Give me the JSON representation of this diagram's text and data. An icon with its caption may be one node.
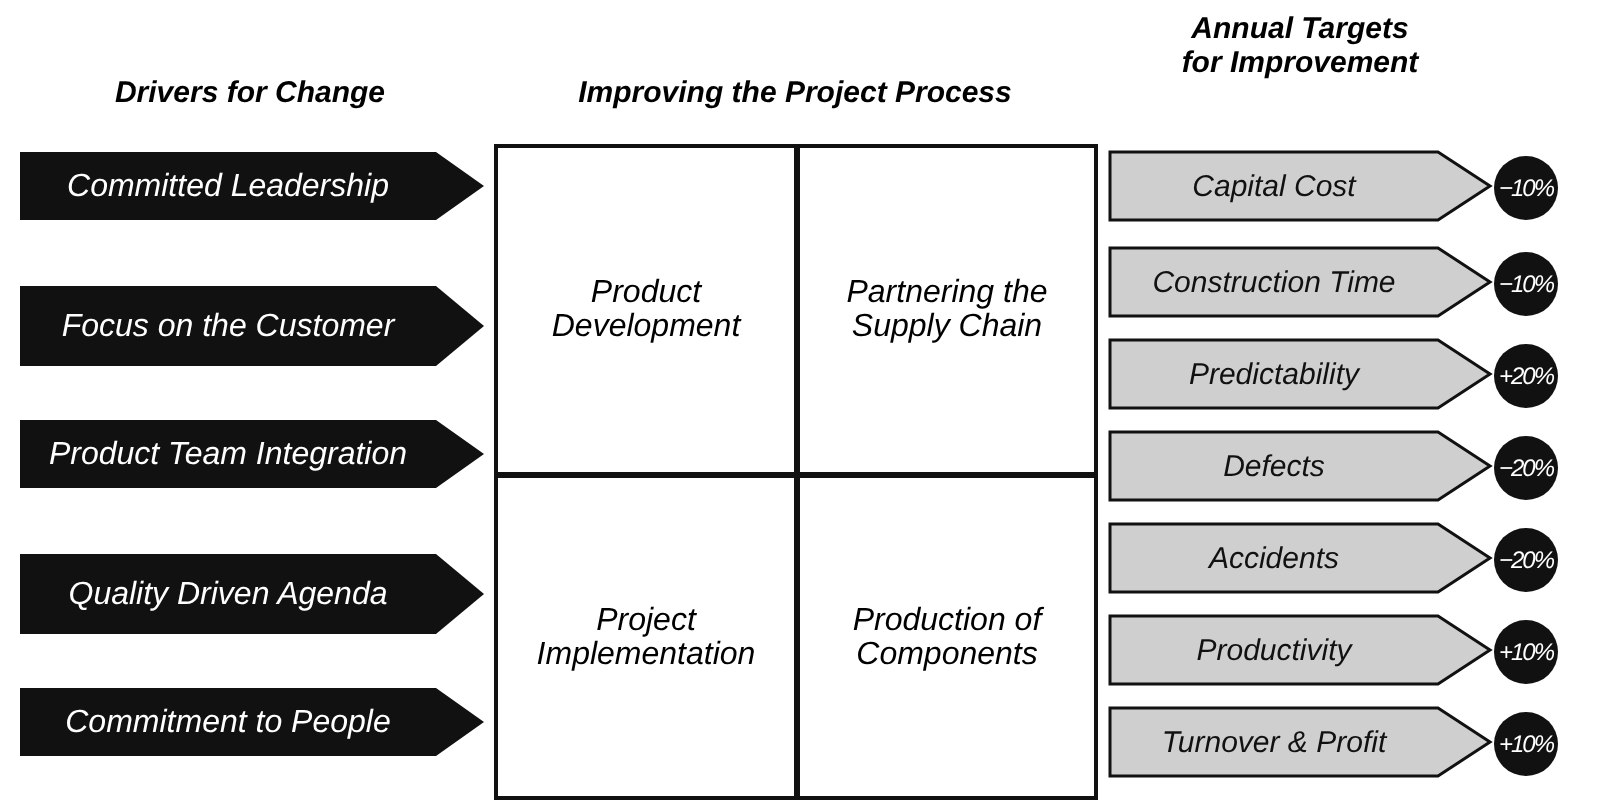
{
  "diagram": {
    "nodes": [
      {
        "text": [
          "Committed Leadership"
        ]
      },
      {
        "text": [
          "Focus on the Customer"
        ]
      },
      {
        "text": [
          "Product Team Integration"
        ]
      },
      {
        "text": [
          "Quality Driven Agenda"
        ]
      },
      {
        "text": [
          "Commitment to People"
        ]
      },
      {
        "text": [
          "Product Development"
        ]
      },
      {
        "text": [
          "Partnering the Supply Chain"
        ]
      },
      {
        "text": [
          "Project Implementation"
        ]
      },
      {
        "text": [
          "Production of Components"
        ]
      },
      {
        "text": [
          "Capital Cost"
        ]
      },
      {
        "text": [
          "−10%"
        ]
      },
      {
        "text": [
          "Construction Time"
        ]
      },
      {
        "text": [
          "−10%"
        ]
      },
      {
        "text": [
          "Predictability"
        ]
      },
      {
        "text": [
          "+20%"
        ]
      },
      {
        "text": [
          "Defects"
        ]
      },
      {
        "text": [
          "−20%"
        ]
      },
      {
        "text": [
          "Accidents"
        ]
      },
      {
        "text": [
          "−20%"
        ]
      },
      {
        "text": [
          "Productivity"
        ]
      },
      {
        "text": [
          "+10%"
        ]
      },
      {
        "text": [
          "Turnover & Profit"
        ]
      },
      {
        "text": [
          "+10%"
        ]
      }
    ],
    "labels": [
      "Drivers for Change",
      "Improving the Project Process",
      "Annual Targets for Improvement"
    ]
  }
}
